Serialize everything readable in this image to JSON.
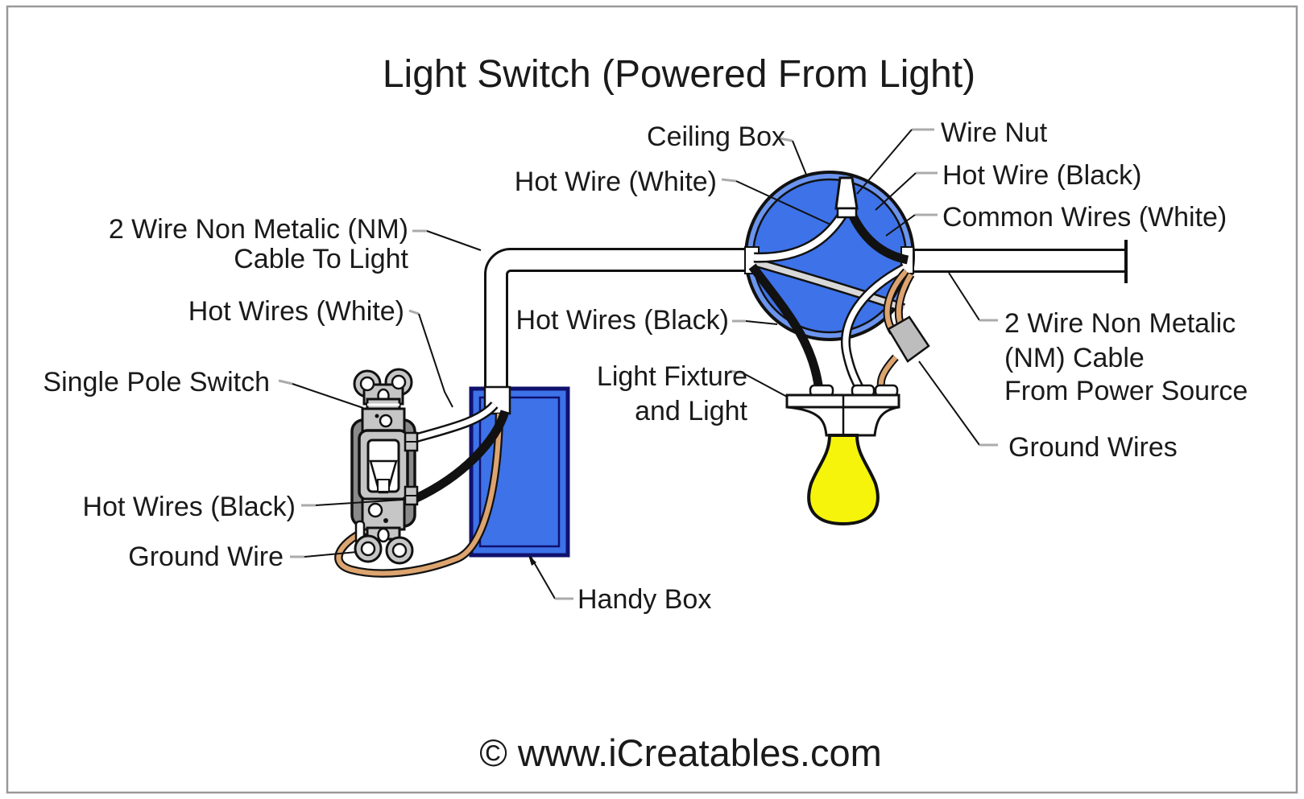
{
  "title": "Light Switch (Powered From Light)",
  "footer": {
    "credit": "© www.iCreatables.com"
  },
  "labels": {
    "ceiling_box": "Ceiling Box",
    "wire_nut": "Wire Nut",
    "hot_wire_black": "Hot Wire (Black)",
    "common_wires_white": "Common Wires (White)",
    "hot_wire_white": "Hot Wire (White)",
    "nm_cable_to_light_line1": "2 Wire Non Metalic (NM)",
    "nm_cable_to_light_line2": "Cable To Light",
    "hot_wires_white": "Hot Wires (White)",
    "single_pole_switch": "Single Pole Switch",
    "hot_wires_black_left": "Hot Wires (Black)",
    "ground_wire": "Ground Wire",
    "hot_wires_black_center": "Hot Wires (Black)",
    "light_fixture_line1": "Light Fixture",
    "light_fixture_line2": "and Light",
    "nm_from_power_line1": "2 Wire Non Metalic",
    "nm_from_power_line2": "(NM) Cable",
    "nm_from_power_line3": "From Power Source",
    "ground_wires": "Ground Wires",
    "handy_box": "Handy Box"
  },
  "colors": {
    "box_blue": "#3D72E8",
    "box_blue_light": "#6B94EE",
    "handy_box_border": "#10106E",
    "bulb_yellow": "#F6F40A",
    "copper": "#DDA470",
    "switch_gray": "#C6C6C6",
    "switch_dark_gray": "#8A8A8A",
    "nut_gray": "#BDBDBD",
    "common_wire_gray": "#D8D8D8",
    "leader_gray": "#ABABAB",
    "frame_gray": "#999999",
    "text_black": "#1A1A1A"
  }
}
